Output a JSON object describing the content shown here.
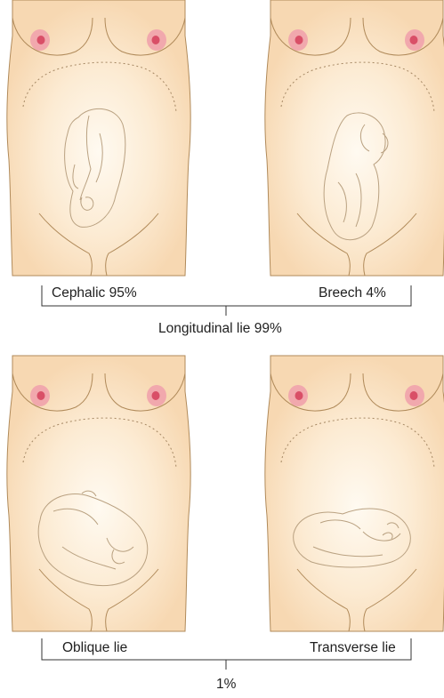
{
  "panels": [
    {
      "label": "Cephalic 95%",
      "fetus": "cephalic-longitudinal"
    },
    {
      "label": "Breech 4%",
      "fetus": "breech-longitudinal"
    },
    {
      "label": "Oblique lie",
      "fetus": "oblique"
    },
    {
      "label": "Transverse lie",
      "fetus": "transverse"
    }
  ],
  "groups": [
    {
      "label": "Longitudinal lie 99%"
    },
    {
      "label": "1%"
    }
  ],
  "colors": {
    "skin": "#f8dcb8",
    "skin_light": "#fdf1df",
    "outline": "#b08a5a",
    "areola": "#f1a8ad",
    "nipple": "#d94f67",
    "fetus_line": "#b9a181"
  }
}
